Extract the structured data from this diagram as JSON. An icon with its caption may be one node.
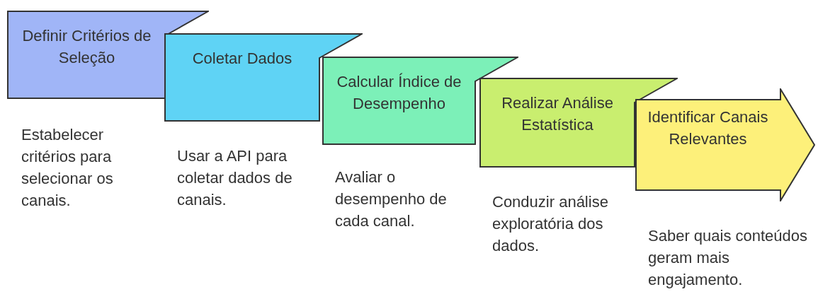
{
  "diagram": {
    "nodes": [
      {
        "text": [
          "Definir Critérios de Seleção"
        ],
        "beside": [
          "Estabelecer critérios para selecionar os canais."
        ]
      },
      {
        "text": [
          "Coletar Dados"
        ],
        "beside": [
          "Usar a API para coletar dados de canais."
        ]
      },
      {
        "text": [
          "Calcular Índice de Desempenho"
        ],
        "beside": [
          "Avaliar o desempenho de cada canal."
        ]
      },
      {
        "text": [
          "Realizar Análise Estatística"
        ],
        "beside": [
          "Conduzir análise exploratória dos dados."
        ]
      },
      {
        "text": [
          "Identificar Canais Relevantes"
        ],
        "beside": [
          "Saber quais conteúdos geram mais engajamento."
        ]
      }
    ]
  }
}
